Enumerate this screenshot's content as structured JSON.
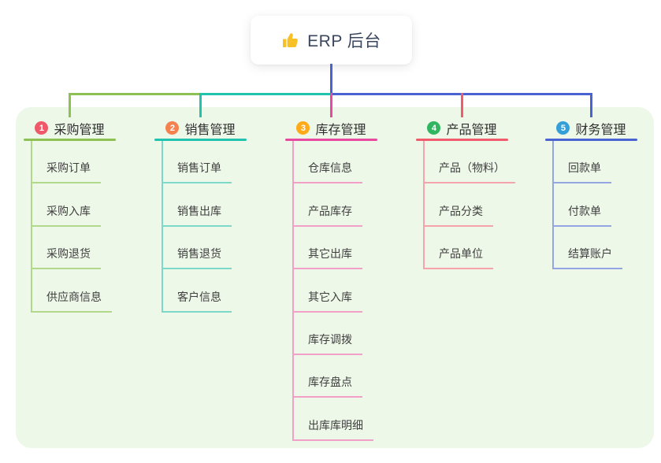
{
  "root": {
    "icon": "thumbs-up-icon",
    "title": "ERP 后台"
  },
  "colors": {
    "canvas_bg": "#ffffff",
    "panel_bg": "#eef8e9",
    "root_text": "#3b475c",
    "root_connector": "#4a63d2",
    "thumb_icon": "#f6c026",
    "header_text": "#303030",
    "child_text": "#3f3f3f"
  },
  "branches": [
    {
      "number": "1",
      "label": "采购管理",
      "badge_color": "#ee5a6a",
      "line_color": "#8dc153",
      "line_light": "#b2d98b",
      "children": [
        "采购订单",
        "采购入库",
        "采购退货",
        "供应商信息"
      ]
    },
    {
      "number": "2",
      "label": "销售管理",
      "badge_color": "#f5824e",
      "line_color": "#22c3ae",
      "line_light": "#7cd9ca",
      "children": [
        "销售订单",
        "销售出库",
        "销售退货",
        "客户信息"
      ]
    },
    {
      "number": "3",
      "label": "库存管理",
      "badge_color": "#ffab19",
      "line_color": "#e74a9f",
      "line_light": "#f2a0c8",
      "children": [
        "仓库信息",
        "产品库存",
        "其它出库",
        "其它入库",
        "库存调拨",
        "库存盘点",
        "出库库明细"
      ]
    },
    {
      "number": "4",
      "label": "产品管理",
      "badge_color": "#30b560",
      "line_color": "#f15b6c",
      "line_light": "#f7a3ab",
      "children": [
        "产品（物料）",
        "产品分类",
        "产品单位"
      ]
    },
    {
      "number": "5",
      "label": "财务管理",
      "badge_color": "#35a0d8",
      "line_color": "#4a63d2",
      "line_light": "#93a5e3",
      "children": [
        "回款单",
        "付款单",
        "结算账户"
      ]
    }
  ]
}
